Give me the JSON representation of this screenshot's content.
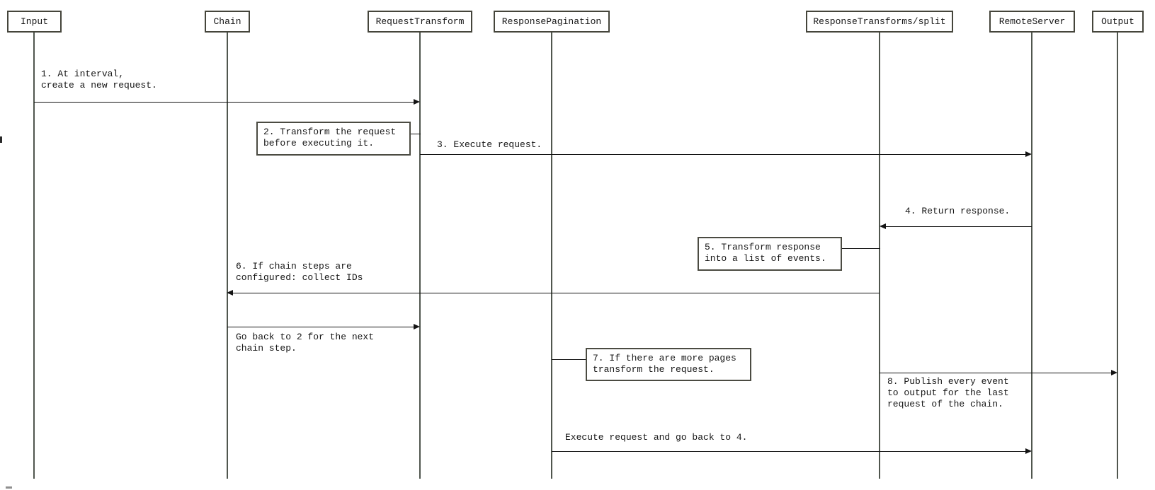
{
  "diagram": {
    "type": "sequence-diagram",
    "colors": {
      "background": "#ffffff",
      "line": "#141414",
      "lifeline": "#50564e",
      "box_border": "#45453b",
      "text": "#161616"
    },
    "actors": [
      {
        "label": "Input"
      },
      {
        "label": "Chain"
      },
      {
        "label": "RequestTransform"
      },
      {
        "label": "ResponsePagination"
      },
      {
        "label": "ResponseTransforms/split"
      },
      {
        "label": "RemoteServer"
      },
      {
        "label": "Output"
      }
    ],
    "messages": [
      {
        "label": "1. At interval,\ncreate a new request.",
        "from": "Input",
        "to": "RequestTransform",
        "direction": "right"
      },
      {
        "label": "3. Execute request.",
        "from": "RequestTransform",
        "to": "RemoteServer",
        "direction": "right"
      },
      {
        "label": "4. Return response.",
        "from": "RemoteServer",
        "to": "ResponseTransforms/split",
        "direction": "left"
      },
      {
        "label": "6. If chain steps are\nconfigured: collect IDs",
        "from": "ResponseTransforms/split",
        "to": "Chain",
        "direction": "left"
      },
      {
        "label": "Go back to 2 for the next\nchain step.",
        "from": "Chain",
        "to": "RequestTransform",
        "direction": "right"
      },
      {
        "label": "8. Publish every event\nto output for the last\nrequest of the chain.",
        "from": "ResponseTransforms/split",
        "to": "Output",
        "direction": "right"
      },
      {
        "label": "Execute request and go back to 4.",
        "from": "ResponsePagination",
        "to": "RemoteServer",
        "direction": "right"
      }
    ],
    "notes": [
      {
        "label": "2. Transform the request\nbefore executing it.",
        "attached_to": "RequestTransform"
      },
      {
        "label": "5. Transform response\ninto a list of events.",
        "attached_to": "ResponseTransforms/split"
      },
      {
        "label": "7. If there are more pages\ntransform the request.",
        "attached_to": "ResponsePagination"
      }
    ]
  }
}
